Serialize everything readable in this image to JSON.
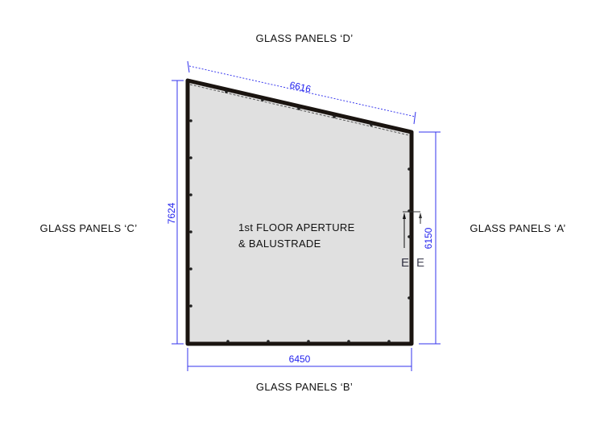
{
  "labels": {
    "top": "GLASS PANELS ‘D’",
    "left": "GLASS PANELS ‘C’",
    "right": "GLASS PANELS ‘A’",
    "bottom": "GLASS PANELS ‘B’"
  },
  "center": {
    "line1": "1st FLOOR APERTURE",
    "line2": "& BALUSTRADE"
  },
  "dimensions": {
    "top": "6616",
    "left": "7624",
    "right": "6150",
    "bottom": "6450"
  },
  "section_marker": {
    "left": "E",
    "right": "E"
  },
  "colors": {
    "fill": "#e0e0e0",
    "outline": "#1a1410",
    "dimension": "#2222ee"
  }
}
